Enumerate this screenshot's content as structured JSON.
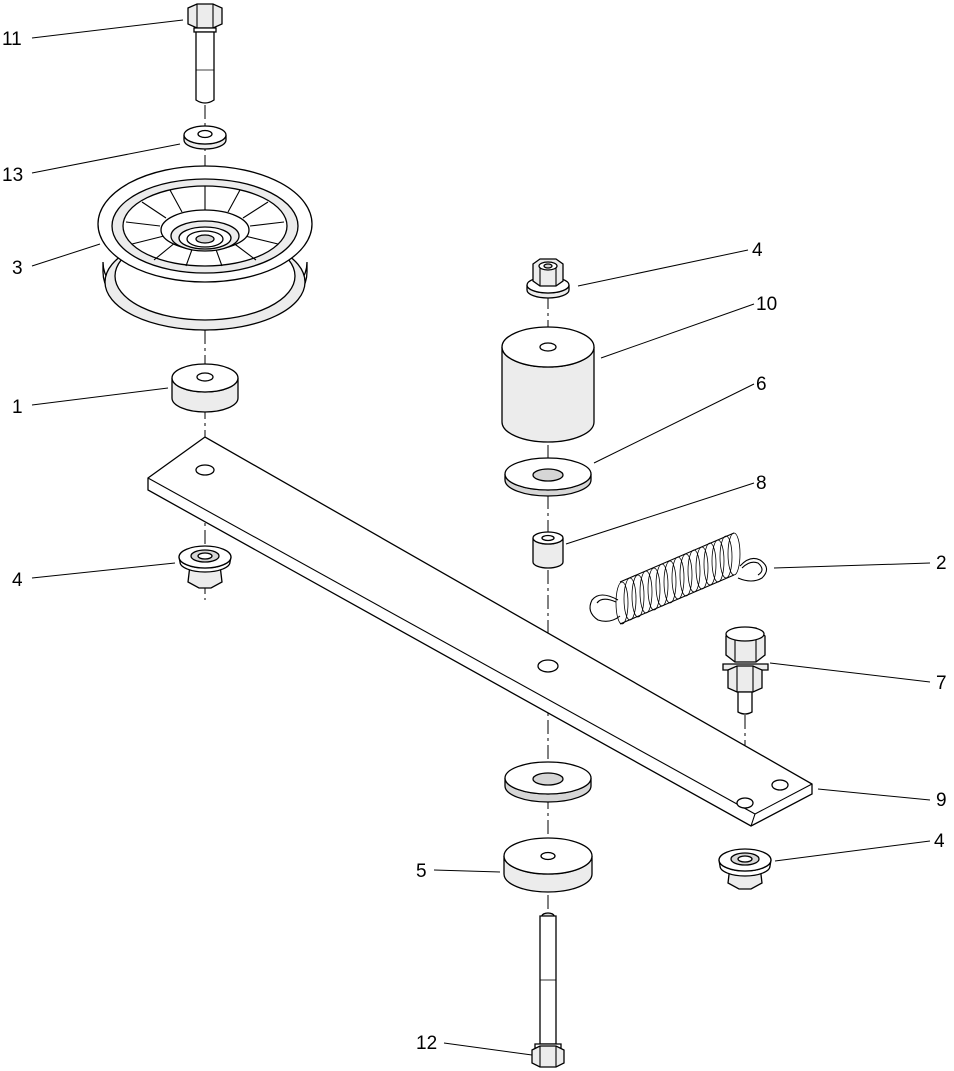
{
  "callouts": [
    "11",
    "13",
    "3",
    "1",
    "4",
    "4",
    "10",
    "6",
    "8",
    "2",
    "7",
    "9",
    "4",
    "5",
    "12"
  ],
  "colors": {
    "line": "#000000",
    "background": "#ffffff",
    "shade": "#ececec"
  }
}
